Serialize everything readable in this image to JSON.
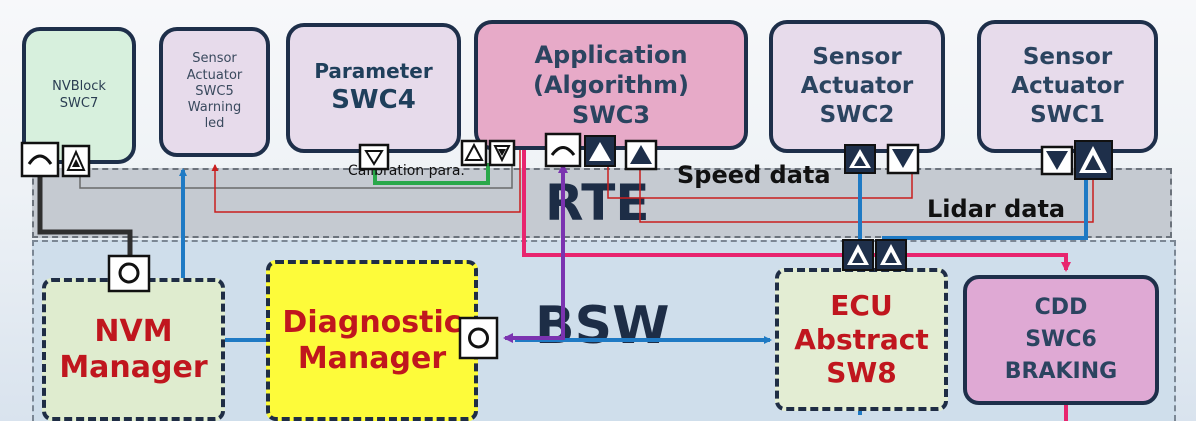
{
  "layers": {
    "rte": "RTE",
    "bsw": "BSW"
  },
  "components": {
    "nvblock": [
      "NVBlock",
      "SWC7"
    ],
    "sensor_actuator_swc5": [
      "Sensor",
      "Actuator",
      "SWC5",
      "Warning",
      "led"
    ],
    "parameter": [
      "Parameter",
      "SWC4"
    ],
    "application": [
      "Application",
      "(Algorithm)",
      "SWC3"
    ],
    "sensor_actuator_swc2": [
      "Sensor",
      "Actuator",
      "SWC2"
    ],
    "sensor_actuator_swc1": [
      "Sensor",
      "Actuator",
      "SWC1"
    ]
  },
  "bsw_modules": {
    "nvm_manager": [
      "NVM",
      "Manager"
    ],
    "diagnostic_manager": [
      "Diagnostic",
      "Manager"
    ],
    "ecu_abstract": [
      "ECU",
      "Abstract",
      "SW8"
    ],
    "cdd": [
      "CDD",
      "SWC6",
      "BRAKING"
    ]
  },
  "annotations": {
    "calibration": "Calibration para.",
    "speed": "Speed data",
    "lidar": "Lidar data"
  },
  "colors": {
    "swc_fill": "#e7dbeb",
    "app_fill": "#e7aac8",
    "nvblock_fill": "#d7f0dd",
    "rte_fill": "#c5cad1",
    "bsw_fill": "#cfdeeb",
    "nvm_fill": "#dfeccf",
    "diag_fill": "#fdfb3a",
    "ecu_fill": "#e3edd3",
    "cdd_fill": "#dfa9d4",
    "blue_line": "#1f7ac4",
    "pink_line": "#e8256e",
    "purple_line": "#7b33b0",
    "red_thin": "#c91e1e",
    "green_line": "#2aa84a",
    "dark_line": "#2f2f2f"
  }
}
